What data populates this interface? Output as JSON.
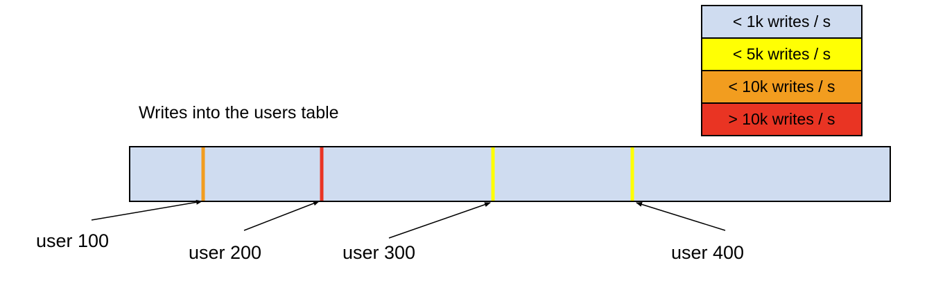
{
  "title": {
    "text": "Writes into the users table"
  },
  "legend": {
    "items": [
      {
        "label": "< 1k writes / s",
        "color": "#cfdcf0"
      },
      {
        "label": "< 5k writes / s",
        "color": "#ffff04"
      },
      {
        "label": "< 10k writes / s",
        "color": "#f29d1f"
      },
      {
        "label": "> 10k writes / s",
        "color": "#e93423"
      }
    ]
  },
  "bar": {
    "fill": "#cfdcf0",
    "border_color": "#000000",
    "marks": [
      {
        "user": "user 100",
        "color": "#f29d1f",
        "x_pct": 9.6
      },
      {
        "user": "user 200",
        "color": "#e93423",
        "x_pct": 25.2
      },
      {
        "user": "user 300",
        "color": "#ffff04",
        "x_pct": 47.8
      },
      {
        "user": "user 400",
        "color": "#ffff04",
        "x_pct": 66.1
      }
    ]
  }
}
